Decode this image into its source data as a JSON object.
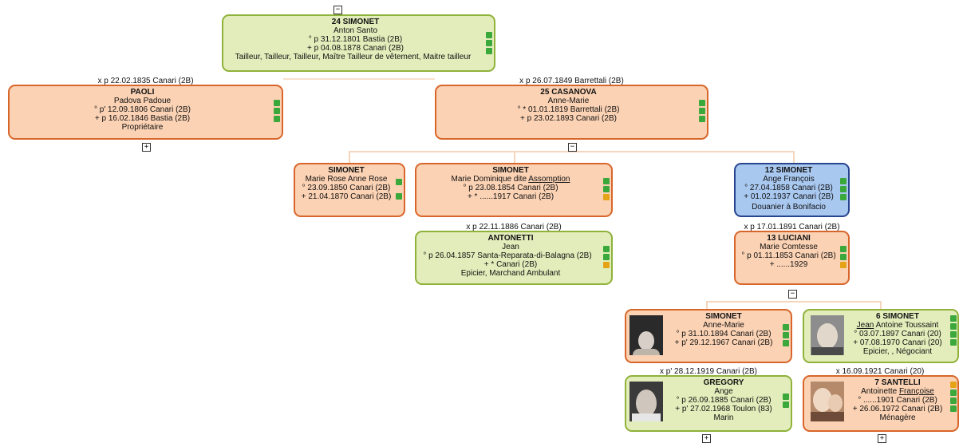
{
  "toggles": {
    "minus": "−",
    "plus": "+"
  },
  "flag_colors": {
    "green": "#3aa83a",
    "orange": "#e5a418"
  },
  "persons": {
    "anton": {
      "name": "24 SIMONET",
      "given": "Anton Santo",
      "birth": "° p 31.12.1801 Bastia (2B)",
      "death": "+ p 04.08.1878 Canari (2B)",
      "occupation": "Tailleur, Tailleur, Tailleur, Maître Tailleur de vêtement, Maitre tailleur"
    },
    "paoli": {
      "name": "PAOLI",
      "given": "Padova Padoue",
      "birth": "° p' 12.09.1806 Canari (2B)",
      "death": "+ p 16.02.1846 Bastia (2B)",
      "occupation": "Propriétaire"
    },
    "casanova": {
      "name": "25 CASANOVA",
      "given": "Anne-Marie",
      "birth": "° * 01.01.1819 Barrettali (2B)",
      "death": "+ p 23.02.1893 Canari (2B)"
    },
    "marie_rose": {
      "name": "SIMONET",
      "given": "Marie Rose Anne Rose",
      "birth": "° 23.09.1850 Canari (2B)",
      "death": "+ 21.04.1870 Canari (2B)"
    },
    "marie_dominique": {
      "name": "SIMONET",
      "given_prefix": "Marie Dominique dite ",
      "given_underlined": "Assomption",
      "birth": "° p 23.08.1854 Canari (2B)",
      "death": "+ * ......1917 Canari (2B)"
    },
    "ange_francois": {
      "name": "12 SIMONET",
      "given": "Ange François",
      "birth": "° 27.04.1858 Canari (2B)",
      "death": "+ 01.02.1937 Canari (2B)",
      "occupation": "Douanier à Bonifacio"
    },
    "antonetti": {
      "name": "ANTONETTI",
      "given": "Jean",
      "birth": "° p 26.04.1857 Santa-Reparata-di-Balagna (2B)",
      "death": "+ * Canari (2B)",
      "occupation": "Epicier, Marchand Ambulant"
    },
    "luciani": {
      "name": "13 LUCIANI",
      "given": "Marie Comtesse",
      "birth": "° p 01.11.1853 Canari (2B)",
      "death": "+ ......1929"
    },
    "anne_marie": {
      "name": "SIMONET",
      "given": "Anne-Marie",
      "birth": "° p 31.10.1894 Canari (2B)",
      "death": "+ p' 29.12.1967 Canari (2B)"
    },
    "jean_antoine": {
      "name": "6 SIMONET",
      "given_underlined": "Jean",
      "given_suffix": " Antoine Toussaint",
      "birth": "° 03.07.1897 Canari (20)",
      "death": "+ 07.08.1970 Canari (20)",
      "occupation": "Epicier, , Négociant"
    },
    "gregory": {
      "name": "GREGORY",
      "given": "Ange",
      "birth": "° p 26.09.1885 Canari (2B)",
      "death": "+ p' 27.02.1968 Toulon (83)",
      "occupation": "Marin"
    },
    "santelli": {
      "name": "7 SANTELLI",
      "given_prefix": "Antoinette ",
      "given_underlined": "Françoise",
      "birth": "° ......1901 Canari (2B)",
      "death": "+ 26.06.1972 Canari (2B)",
      "occupation": "Ménagère"
    }
  },
  "marriages": {
    "paoli": "x p 22.02.1835 Canari (2B)",
    "casanova": "x p 26.07.1849 Barrettali (2B)",
    "antonetti": "x p 22.11.1886 Canari (2B)",
    "luciani": "x p 17.01.1891 Canari (2B)",
    "gregory": "x p' 28.12.1919 Canari (2B)",
    "santelli": "x 16.09.1921 Canari (20)"
  }
}
